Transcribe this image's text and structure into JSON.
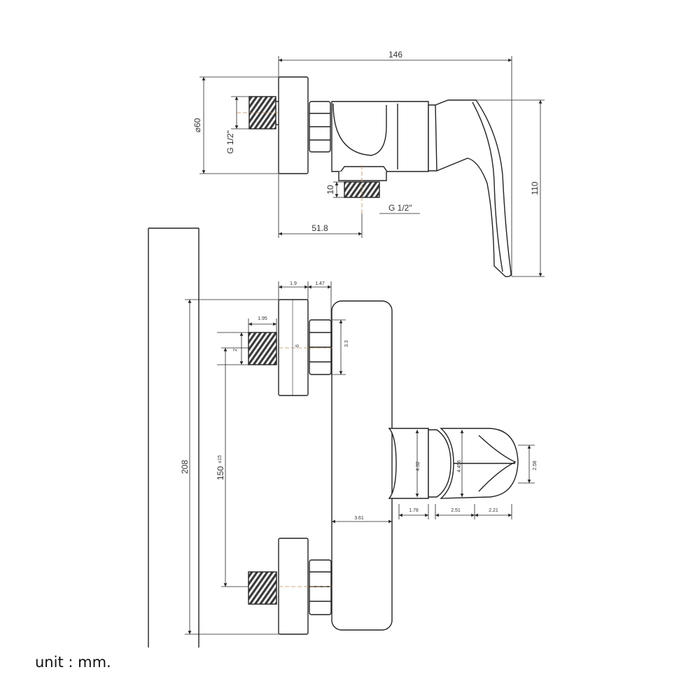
{
  "drawing": {
    "colors": {
      "line": "#222222",
      "thread": "#333333",
      "centerline": "#c08a5a",
      "text": "#333333"
    },
    "top_view": {
      "overall_width": "146",
      "flange_diameter": "⌀60",
      "inlet_thread": "G 1/2\"",
      "outlet_height": "10",
      "outlet_thread": "G 1/2\"",
      "outlet_offset": "51.8",
      "height": "110"
    },
    "front_view": {
      "flange_depth": "1.9",
      "nut_depth": "1.47",
      "thread_length": "1.95",
      "thread_small": "2",
      "flange_height": "6",
      "nut_height": "3.3",
      "total_height": "208",
      "center_distance": "150",
      "center_tolerance": "±15",
      "body_width": "3.61",
      "neck_height": "4.32",
      "collar_height": "4.456",
      "handle_height": "2.58",
      "neck_width": "1.78",
      "collar_width": "2.51",
      "handle_width": "2.21"
    },
    "unit_label": "unit : mm."
  }
}
